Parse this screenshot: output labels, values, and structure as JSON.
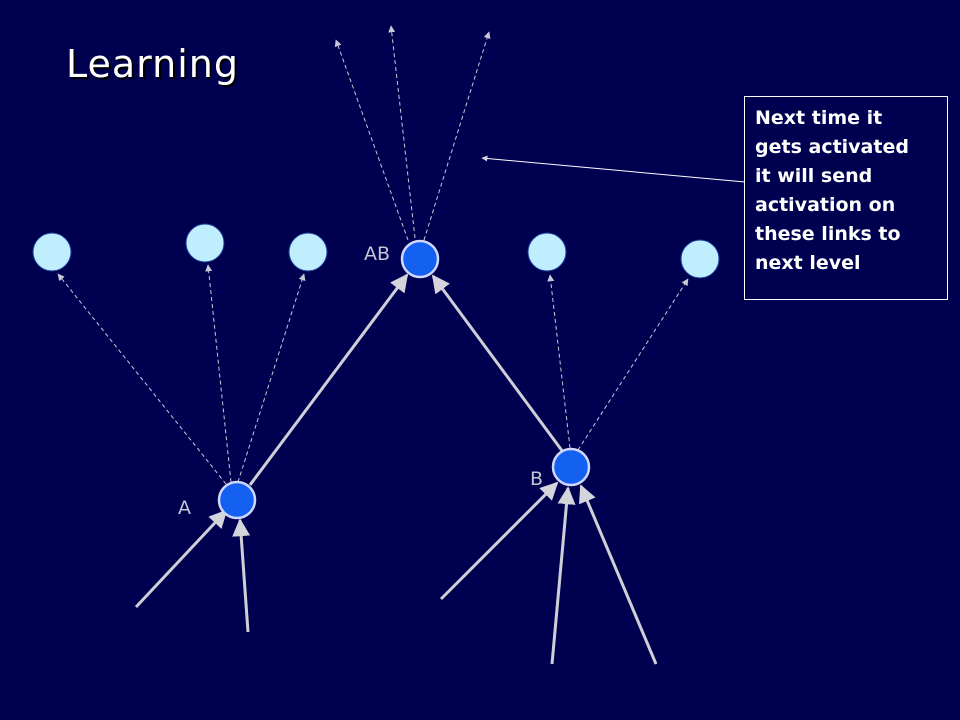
{
  "title": "Learning",
  "labels": {
    "a": "A",
    "b": "B",
    "ab": "AB"
  },
  "callout": {
    "lines": [
      "Next time it",
      "gets activated",
      "it will send",
      "activation on",
      "these links to",
      "next level"
    ]
  },
  "colors": {
    "background": "#000050",
    "active_node": "#1460f0",
    "inactive_node": "#bfeeff",
    "solid_link": "#cfcfd6",
    "dashed_link": "#c8c8d8"
  }
}
